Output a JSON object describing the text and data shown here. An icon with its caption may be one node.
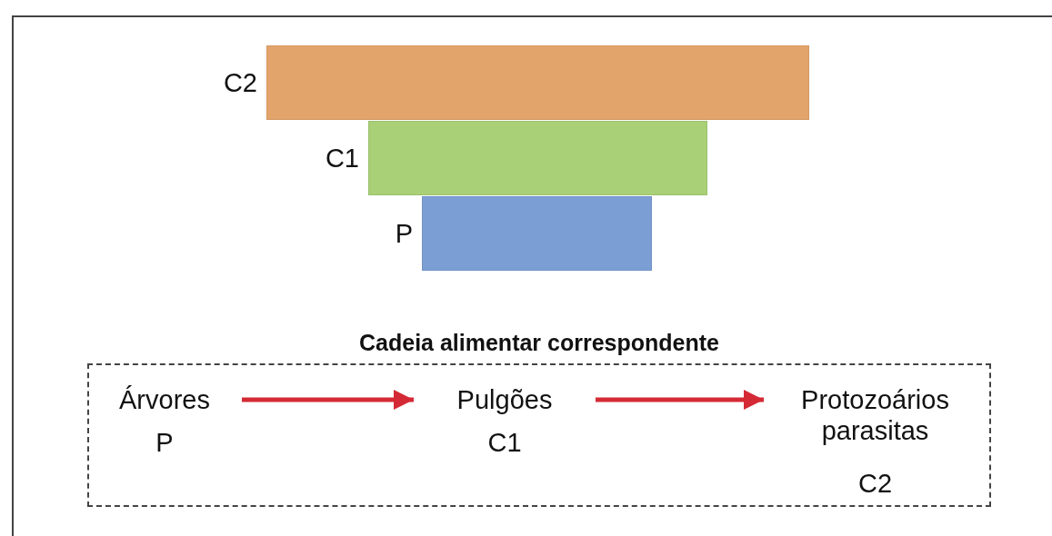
{
  "diagram": {
    "nodes": [
      {
        "text": [],
        "shape": "bar",
        "beside": [
          "C2"
        ]
      },
      {
        "text": [],
        "shape": "bar",
        "beside": [
          "C1"
        ]
      },
      {
        "text": [],
        "shape": "bar",
        "beside": [
          "P"
        ]
      },
      {
        "text": [
          "Cadeia alimentar correspondente"
        ]
      },
      {
        "text": [
          "Árvores",
          "P"
        ],
        "in": 3
      },
      {
        "text": [
          "Pulgões",
          "C1"
        ],
        "in": 3
      },
      {
        "text": [
          "Protozoários parasitas",
          "C2"
        ],
        "in": 3
      }
    ],
    "edges": [
      {
        "from": 4,
        "to": 5,
        "arrow": "to"
      },
      {
        "from": 5,
        "to": 6,
        "arrow": "to"
      }
    ]
  }
}
